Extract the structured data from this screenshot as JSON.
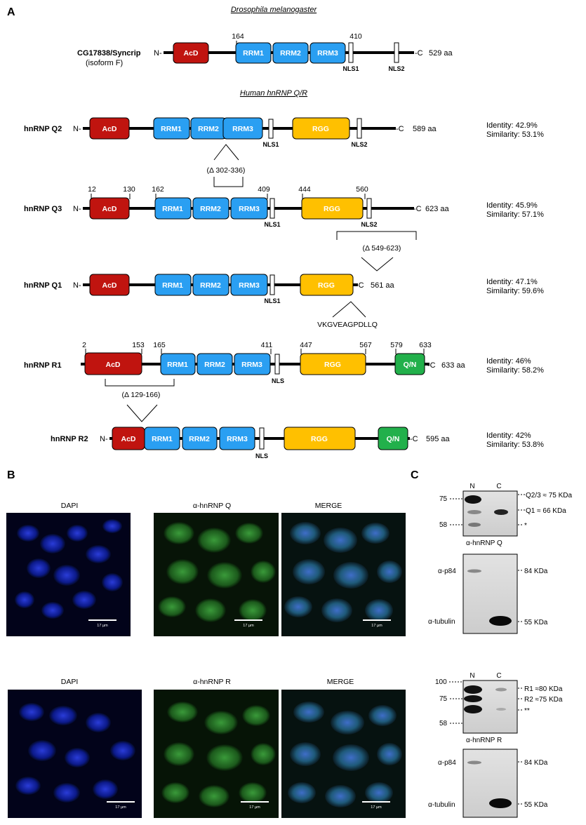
{
  "panel_a": {
    "label": "A",
    "drosophila_header": "Drosophila melanogaster",
    "human_header": "Human hnRNP Q/R",
    "n_term": "N-",
    "c_term": "-C",
    "colors": {
      "acd": "#c0140f",
      "rrm": "#2a9ff2",
      "rgg": "#ffc000",
      "qn": "#22b04b",
      "nls": "#ffffff"
    },
    "domain_labels": {
      "acd": "AcD",
      "rrm1": "RRM1",
      "rrm2": "RRM2",
      "rrm3": "RRM3",
      "rgg": "RGG",
      "qn": "Q/N"
    },
    "proteins": {
      "syncrip": {
        "name": "CG17838/Syncrip",
        "isoform": "(isoform F)",
        "length": "529 aa",
        "positions": [
          "164",
          "410"
        ],
        "nls": [
          "NLS1",
          "NLS2"
        ]
      },
      "q2": {
        "name": "hnRNP Q2",
        "length": "589 aa",
        "nls": [
          "NLS1",
          "NLS2"
        ],
        "deletion": "(Δ 302-336)",
        "identity": "Identity: 42.9%",
        "similarity": "Similarity: 53.1%"
      },
      "q3": {
        "name": "hnRNP Q3",
        "length": "623 aa",
        "positions": [
          "12",
          "130",
          "162",
          "409",
          "444",
          "560"
        ],
        "nls": [
          "NLS1",
          "NLS2"
        ],
        "deletion": "(Δ 549-623)",
        "identity": "Identity: 45.9%",
        "similarity": "Similarity: 57.1%"
      },
      "q1": {
        "name": "hnRNP Q1",
        "length": "561 aa",
        "nls": [
          "NLS1"
        ],
        "sequence": "VKGVEAGPDLLQ",
        "identity": "Identity: 47.1%",
        "similarity": "Similarity: 59.6%"
      },
      "r1": {
        "name": "hnRNP R1",
        "length": "633 aa",
        "positions": [
          "2",
          "153",
          "165",
          "411",
          "447",
          "567",
          "579",
          "633"
        ],
        "nls": [
          "NLS"
        ],
        "deletion": "(Δ 129-166)",
        "identity": "Identity: 46%",
        "similarity": "Similarity: 58.2%"
      },
      "r2": {
        "name": "hnRNP R2",
        "length": "595 aa",
        "nls": [
          "NLS"
        ],
        "identity": "Identity: 42%",
        "similarity": "Similarity: 53.8%"
      }
    }
  },
  "panel_b": {
    "label": "B",
    "row1": [
      "DAPI",
      "α-hnRNP Q",
      "MERGE"
    ],
    "row2": [
      "DAPI",
      "α-hnRNP R",
      "MERGE"
    ],
    "scale": "17 µm"
  },
  "panel_c": {
    "label": "C",
    "lanes": [
      "N",
      "C"
    ],
    "blot_q": {
      "markers": [
        "75",
        "58"
      ],
      "bands": [
        "Q2/3 ≈ 75 KDa",
        "Q1 ≈ 66 KDa",
        "*"
      ],
      "antibody": "α-hnRNP Q"
    },
    "blot_ctrl1": {
      "antibodies": [
        "α-p84",
        "α-tubulin"
      ],
      "bands": [
        "84 KDa",
        "55 KDa"
      ]
    },
    "blot_r": {
      "markers": [
        "100",
        "75",
        "58"
      ],
      "bands": [
        "R1 ≈80 KDa",
        "R2 ≈75 KDa",
        "**"
      ],
      "antibody": "α-hnRNP R"
    },
    "blot_ctrl2": {
      "antibodies": [
        "α-p84",
        "α-tubulin"
      ],
      "bands": [
        "84 KDa",
        "55 KDa"
      ]
    }
  }
}
